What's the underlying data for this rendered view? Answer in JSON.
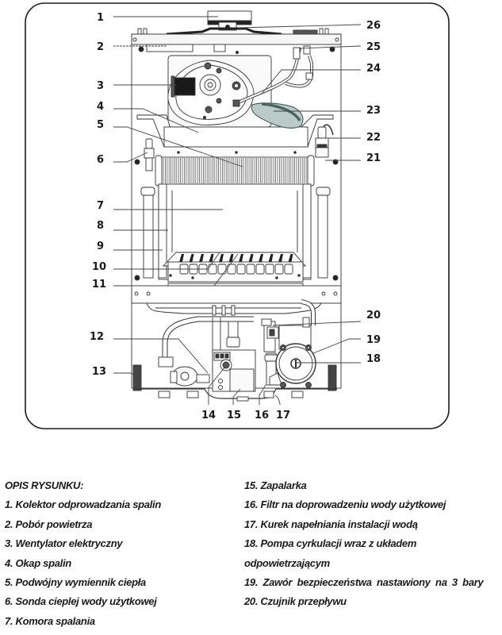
{
  "diagram": {
    "title": "Boiler component diagram",
    "callouts_left": [
      {
        "number": "1"
      },
      {
        "number": "2"
      },
      {
        "number": "3"
      },
      {
        "number": "4"
      },
      {
        "number": "5"
      },
      {
        "number": "6"
      },
      {
        "number": "7"
      },
      {
        "number": "8"
      },
      {
        "number": "9"
      },
      {
        "number": "10"
      },
      {
        "number": "11"
      },
      {
        "number": "12"
      },
      {
        "number": "13"
      }
    ],
    "callouts_bottom": [
      {
        "number": "14"
      },
      {
        "number": "15"
      },
      {
        "number": "16"
      },
      {
        "number": "17"
      }
    ],
    "callouts_right": [
      {
        "number": "26"
      },
      {
        "number": "25"
      },
      {
        "number": "24"
      },
      {
        "number": "23"
      },
      {
        "number": "22"
      },
      {
        "number": "21"
      },
      {
        "number": "20"
      },
      {
        "number": "19"
      },
      {
        "number": "18"
      }
    ],
    "colors": {
      "line": "#333333",
      "frame": "#1a1a1a",
      "fill_light": "#f4f4f4",
      "fill_dark": "#222222",
      "fill_teal": "#b9cac7",
      "fill_teal_dark": "#4d6460"
    }
  },
  "legend": {
    "heading": "OPIS RYSUNKU:",
    "left_items": [
      "1. Kolektor odprowadzania spalin",
      "2. Pobór powietrza",
      "3. Wentylator elektryczny",
      "4. Okap spalin",
      "5. Podwójny wymiennik ciepła",
      "6. Sonda cieplej wody użytkowej",
      "7. Komora spalania"
    ],
    "right_items": [
      "15. Zapalarka",
      "16. Filtr na doprowadzeniu wody użytkowej",
      "17. Kurek napełniania instalacji wodą",
      "18. Pompa cyrkulacji wraz z układem",
      "odpowietrzającym",
      "19. Zawór bezpieczeństwa nastawiony na 3 bary",
      "20. Czujnik przepływu"
    ]
  }
}
